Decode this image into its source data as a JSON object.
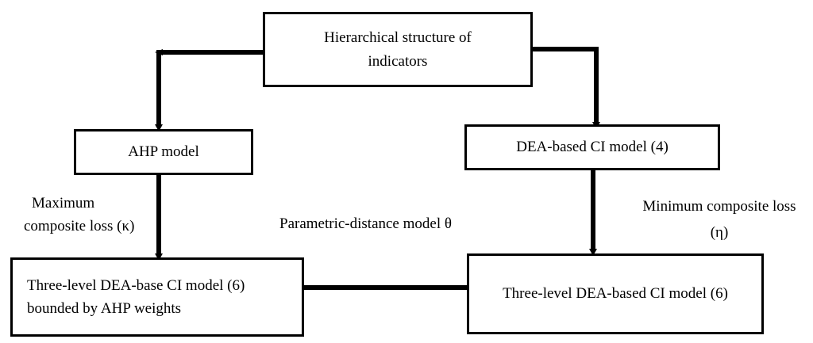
{
  "nodes": {
    "hierarchy": {
      "line1": "Hierarchical structure of",
      "line2": "indicators"
    },
    "ahp": {
      "label": "AHP model"
    },
    "dea_ci": {
      "label": "DEA-based CI model  (4)"
    },
    "three_level_bounded": {
      "line1": "Three-level DEA-base CI model (6)",
      "line2": "bounded by AHP weights"
    },
    "three_level_dea": {
      "label": "Three-level DEA-based CI model (6)"
    }
  },
  "edge_labels": {
    "max_loss": {
      "line1": "Maximum",
      "line2": "composite loss (κ)"
    },
    "min_loss": {
      "line1": "Minimum composite loss",
      "line2": "(η)"
    },
    "parametric": "Parametric-distance model θ"
  }
}
